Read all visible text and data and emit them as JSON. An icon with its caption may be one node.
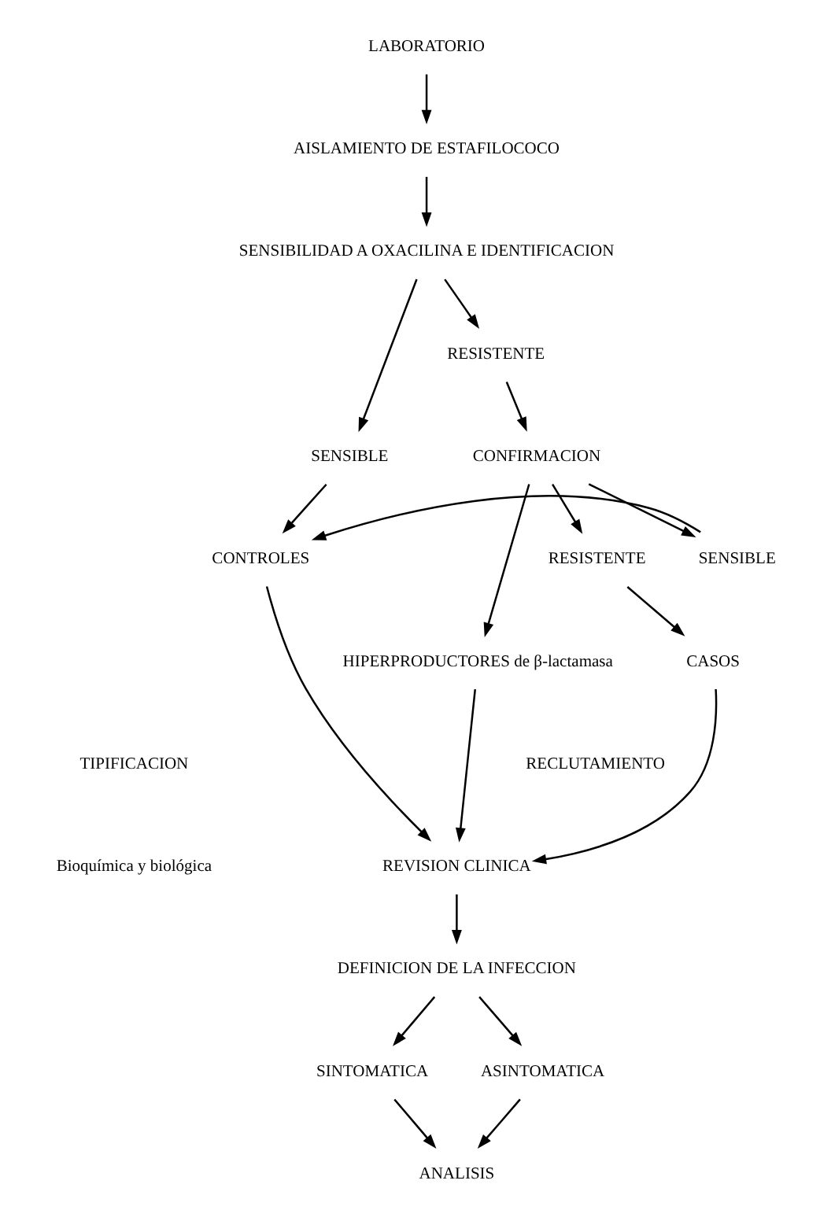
{
  "diagram": {
    "nodes": [
      {
        "text": [
          "LABORATORIO"
        ]
      },
      {
        "text": [
          "AISLAMIENTO DE ESTAFILOCOCO"
        ]
      },
      {
        "text": [
          "SENSIBILIDAD A OXACILINA E IDENTIFICACION"
        ]
      },
      {
        "text": [
          "SENSIBLE"
        ]
      },
      {
        "text": [
          "RESISTENTE"
        ]
      },
      {
        "text": [
          "CONFIRMACION"
        ]
      },
      {
        "text": [
          "CONTROLES"
        ]
      },
      {
        "text": [
          "SENSIBLE"
        ]
      },
      {
        "text": [
          "RESISTENTE"
        ]
      },
      {
        "text": [
          "HIPERPRODUCTORES de β-lactamasa"
        ]
      },
      {
        "text": [
          "CASOS"
        ]
      },
      {
        "text": [
          "REVISION CLINICA"
        ]
      },
      {
        "text": [
          "DEFINICION DE LA INFECCION"
        ]
      },
      {
        "text": [
          "SINTOMATICA"
        ]
      },
      {
        "text": [
          "ASINTOMATICA"
        ]
      },
      {
        "text": [
          "ANALISIS"
        ]
      }
    ],
    "edges": [
      {
        "from": 0,
        "to": 1,
        "arrow": "to"
      },
      {
        "from": 1,
        "to": 2,
        "arrow": "to"
      },
      {
        "from": 2,
        "to": 3,
        "arrow": "to"
      },
      {
        "from": 2,
        "to": 4,
        "arrow": "to"
      },
      {
        "from": 3,
        "to": 6,
        "arrow": "to"
      },
      {
        "from": 4,
        "to": 5,
        "arrow": "to"
      },
      {
        "from": 5,
        "to": 7,
        "arrow": "to"
      },
      {
        "from": 5,
        "to": 9,
        "arrow": "to"
      },
      {
        "from": 5,
        "to": 8,
        "arrow": "to"
      },
      {
        "from": 7,
        "to": 6,
        "arrow": "to"
      },
      {
        "from": 8,
        "to": 10,
        "arrow": "to"
      },
      {
        "from": 6,
        "to": 11,
        "arrow": "to"
      },
      {
        "from": 9,
        "to": 11,
        "arrow": "to"
      },
      {
        "from": 10,
        "to": 11,
        "arrow": "to"
      },
      {
        "from": 11,
        "to": 12,
        "arrow": "to"
      },
      {
        "from": 12,
        "to": 13,
        "arrow": "to"
      },
      {
        "from": 12,
        "to": 14,
        "arrow": "to"
      },
      {
        "from": 13,
        "to": 15,
        "arrow": "to"
      },
      {
        "from": 14,
        "to": 15,
        "arrow": "to"
      }
    ],
    "labels": [
      "TIPIFICACION",
      "Bioquímica y biológica",
      "RECLUTAMIENTO"
    ]
  }
}
